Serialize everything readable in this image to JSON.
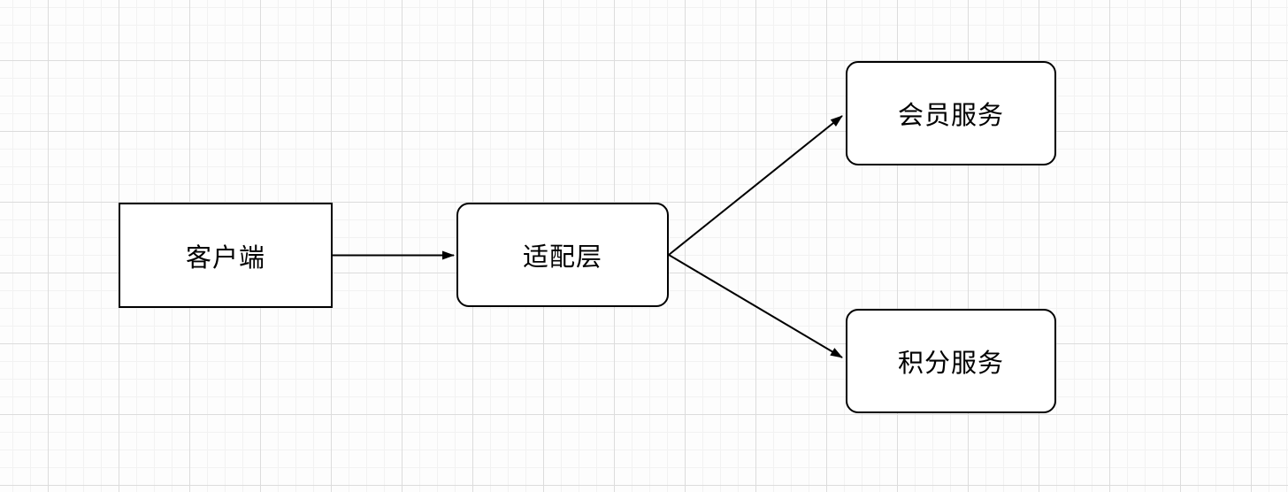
{
  "diagram": {
    "nodes": [
      {
        "id": "client",
        "label": "客户端",
        "shape": "rectangle"
      },
      {
        "id": "adapter",
        "label": "适配层",
        "shape": "rounded-rectangle"
      },
      {
        "id": "member",
        "label": "会员服务",
        "shape": "rounded-rectangle"
      },
      {
        "id": "points",
        "label": "积分服务",
        "shape": "rounded-rectangle"
      }
    ],
    "edges": [
      {
        "from": "client",
        "to": "adapter",
        "style": "solid-arrow"
      },
      {
        "from": "adapter",
        "to": "member",
        "style": "solid-arrow"
      },
      {
        "from": "adapter",
        "to": "points",
        "style": "solid-arrow"
      }
    ],
    "colors": {
      "node_border": "#000000",
      "node_fill": "#ffffff",
      "edge": "#000000",
      "text": "#000000",
      "grid_minor": "#f2f2f2",
      "grid_major": "#dcdcdc",
      "background": "#fdfdfd"
    }
  }
}
